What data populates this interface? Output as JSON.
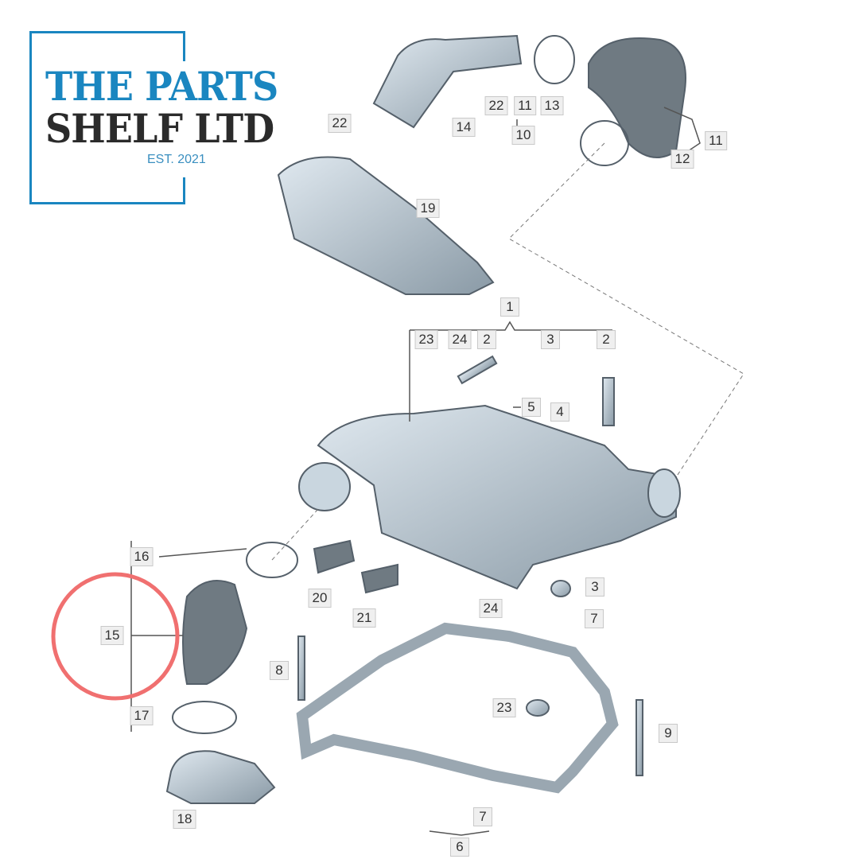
{
  "logo": {
    "line1": "THE PARTS",
    "line2": "SHELF LTD",
    "established": "EST. 2021",
    "color_primary": "#1a86c0",
    "color_dark": "#2b2b2b"
  },
  "highlight": {
    "target_label": "15",
    "color": "#f07070"
  },
  "labels": [
    "22",
    "14",
    "22",
    "11",
    "13",
    "10",
    "11",
    "12",
    "19",
    "1",
    "23",
    "24",
    "2",
    "3",
    "2",
    "5",
    "4",
    "16",
    "20",
    "21",
    "3",
    "24",
    "7",
    "15",
    "8",
    "23",
    "9",
    "17",
    "18",
    "7",
    "6"
  ]
}
